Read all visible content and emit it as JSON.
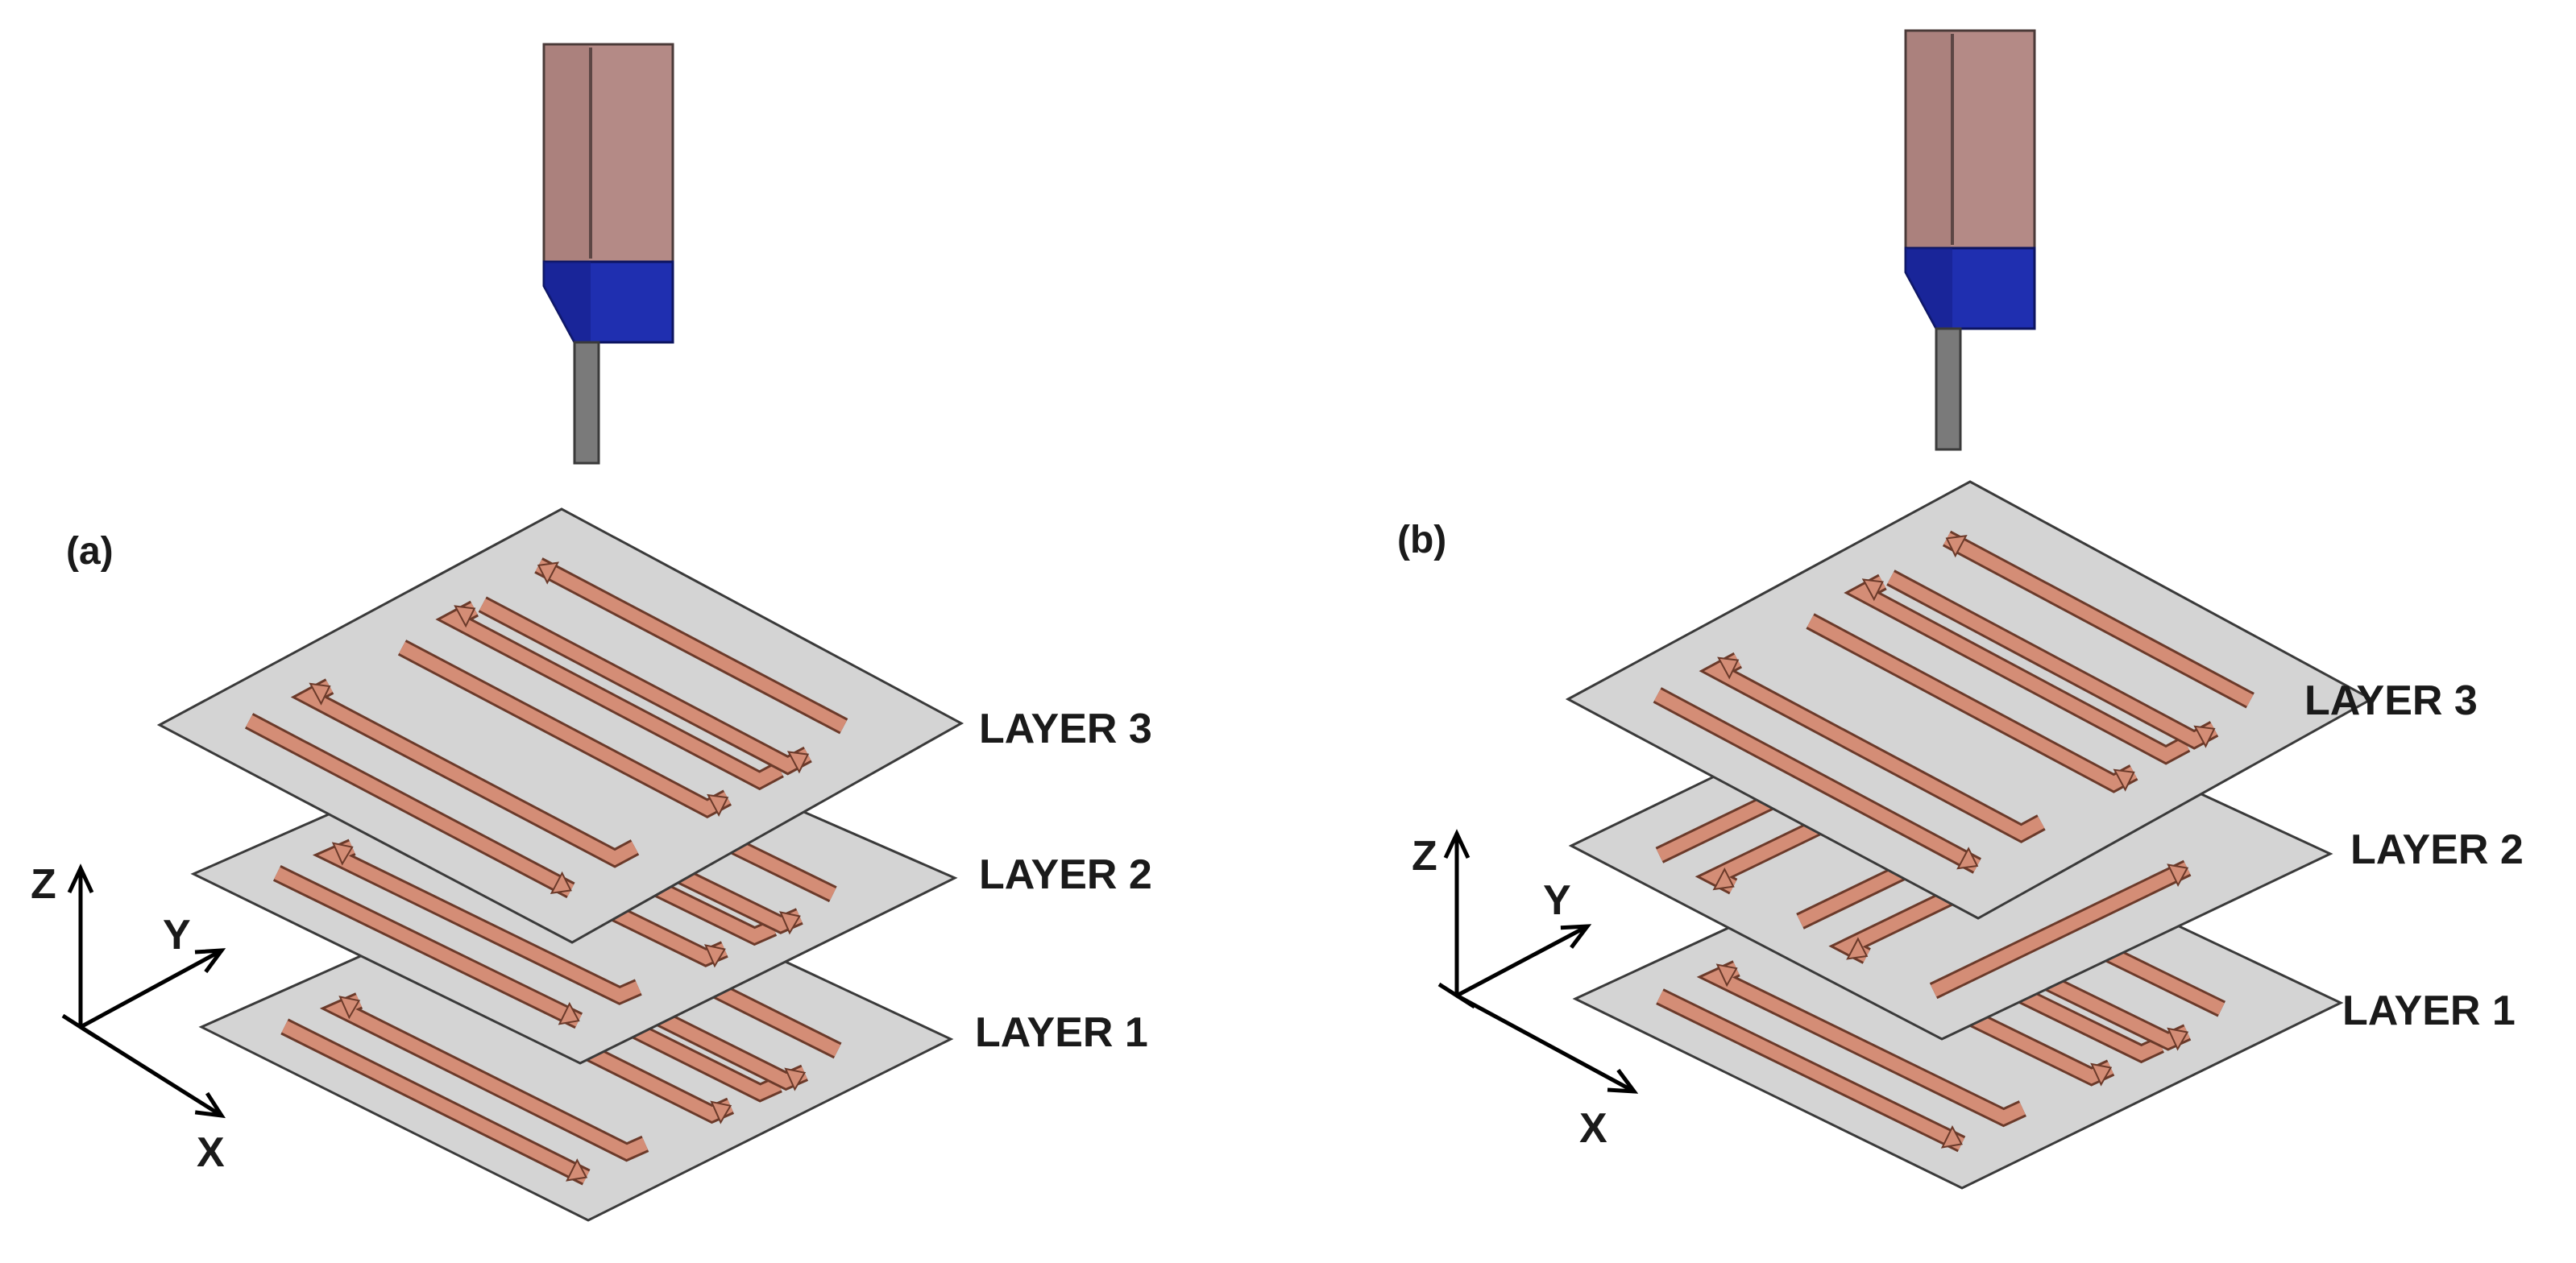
{
  "panels": [
    {
      "id": "a",
      "label": "(a)",
      "layers": [
        {
          "label": "LAYER 3",
          "pattern": "raster-a"
        },
        {
          "label": "LAYER 2",
          "pattern": "raster-a"
        },
        {
          "label": "LAYER 1",
          "pattern": "raster-a"
        }
      ],
      "axes": {
        "z": "Z",
        "y": "Y",
        "x": "X"
      }
    },
    {
      "id": "b",
      "label": "(b)",
      "layers": [
        {
          "label": "LAYER 3",
          "pattern": "raster-a"
        },
        {
          "label": "LAYER 2",
          "pattern": "raster-b-rotated"
        },
        {
          "label": "LAYER 1",
          "pattern": "raster-a"
        }
      ],
      "axes": {
        "z": "Z",
        "y": "Y",
        "x": "X"
      }
    }
  ],
  "colors": {
    "plate": "#d4d4d4",
    "plate_edge": "#3a3a3a",
    "path": "#d48d76",
    "path_edge": "#6b3a2a",
    "head_body": "#b48a86",
    "head_body_dark": "#9a716d",
    "head_nozzle_block": "#1f2fb0",
    "head_nozzle_block_dark": "#16208a",
    "nozzle_tip": "#7a7a7a",
    "axis": "#000000"
  },
  "icons": [
    "print-head",
    "nozzle",
    "axis-triad"
  ]
}
